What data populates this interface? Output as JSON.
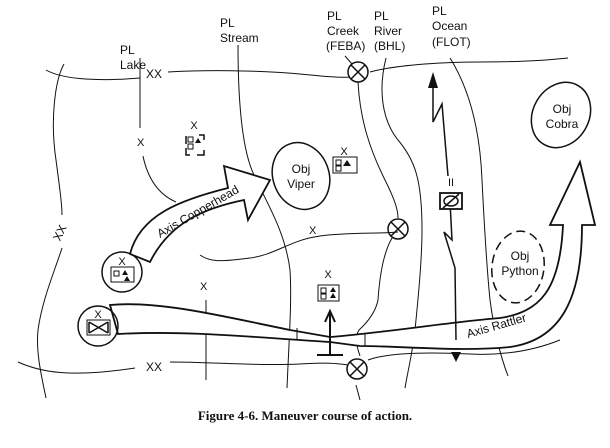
{
  "figure": {
    "caption": "Figure 4-6. Maneuver course of action."
  },
  "phase_lines": [
    {
      "line1": "PL",
      "line2": "Lake",
      "line3": ""
    },
    {
      "line1": "PL",
      "line2": "Stream",
      "line3": ""
    },
    {
      "line1": "PL",
      "line2": "Creek",
      "line3": "(FEBA)"
    },
    {
      "line1": "PL",
      "line2": "River",
      "line3": "(BHL)"
    },
    {
      "line1": "PL",
      "line2": "Ocean",
      "line3": "(FLOT)"
    }
  ],
  "boundaries": {
    "division_top": "XX",
    "division_bottom": "XX",
    "division_left": "XX",
    "brigade_marks": [
      "X",
      "X",
      "X"
    ]
  },
  "objectives": [
    {
      "line1": "Obj",
      "line2": "Viper",
      "style": "solid"
    },
    {
      "line1": "Obj",
      "line2": "Cobra",
      "style": "solid"
    },
    {
      "line1": "Obj",
      "line2": "Python",
      "style": "dashed"
    }
  ],
  "axes": [
    {
      "label": "Axis Copperhead"
    },
    {
      "label": "Axis Rattler"
    }
  ],
  "units": [
    {
      "echelon": "X",
      "type": "mechanized-brigade-reserve"
    },
    {
      "echelon": "X",
      "type": "mechanized-brigade"
    },
    {
      "echelon": "X",
      "type": "mechanized-brigade"
    },
    {
      "echelon": "X",
      "type": "mechanized-brigade-main"
    },
    {
      "echelon": "X",
      "type": "armor-brigade-main"
    },
    {
      "echelon": "II",
      "type": "cavalry-squadron"
    }
  ],
  "colors": {
    "ink": "#111111",
    "paper": "#ffffff"
  }
}
